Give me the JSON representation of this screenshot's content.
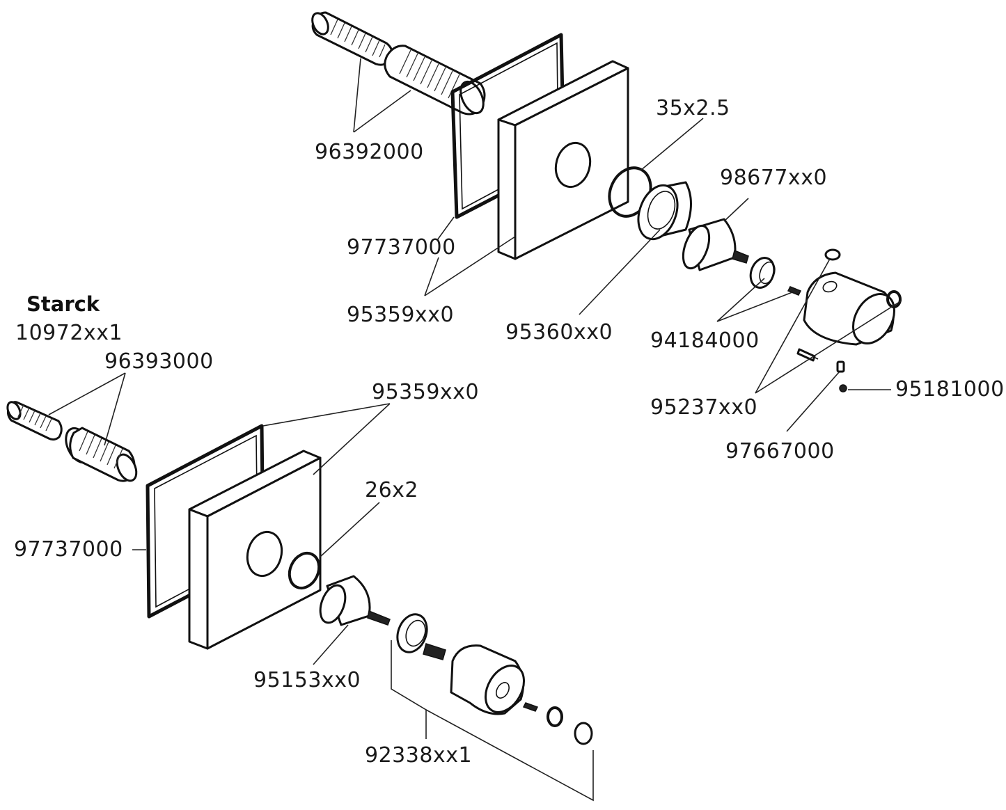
{
  "diagram": {
    "heading": "Starck",
    "product_number": "10972xx1",
    "labels": {
      "upper_threaded_tubes": "96392000",
      "upper_seal": "35x2.5",
      "upper_cartridge": "98677xx0",
      "upper_gasket": "97737000",
      "upper_plate": "95359xx0",
      "upper_sleeve": "95360xx0",
      "upper_screws": "94184000",
      "upper_handle_parts": "95237xx0",
      "set_screw": "95181000",
      "pin": "97667000",
      "lower_threaded_tubes": "96393000",
      "lower_plate": "95359xx0",
      "lower_seal": "26x2",
      "lower_gasket": "97737000",
      "lower_cartridge": "95153xx0",
      "lower_handle_set": "92338xx1"
    }
  }
}
